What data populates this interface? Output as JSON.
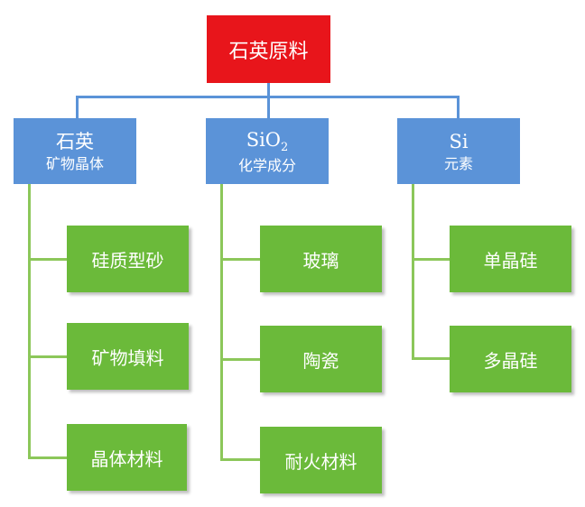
{
  "root": {
    "label": "石英原料"
  },
  "categories": [
    {
      "main": "石英",
      "sub": "矿物晶体",
      "children": [
        "硅质型砂",
        "矿物填料",
        "晶体材料"
      ]
    },
    {
      "main": "SiO",
      "main_sub": "2",
      "sub": "化学成分",
      "children": [
        "玻璃",
        "陶瓷",
        "耐火材料"
      ]
    },
    {
      "main": "Si",
      "sub": "元素",
      "children": [
        "单晶硅",
        "多晶硅"
      ]
    }
  ]
}
